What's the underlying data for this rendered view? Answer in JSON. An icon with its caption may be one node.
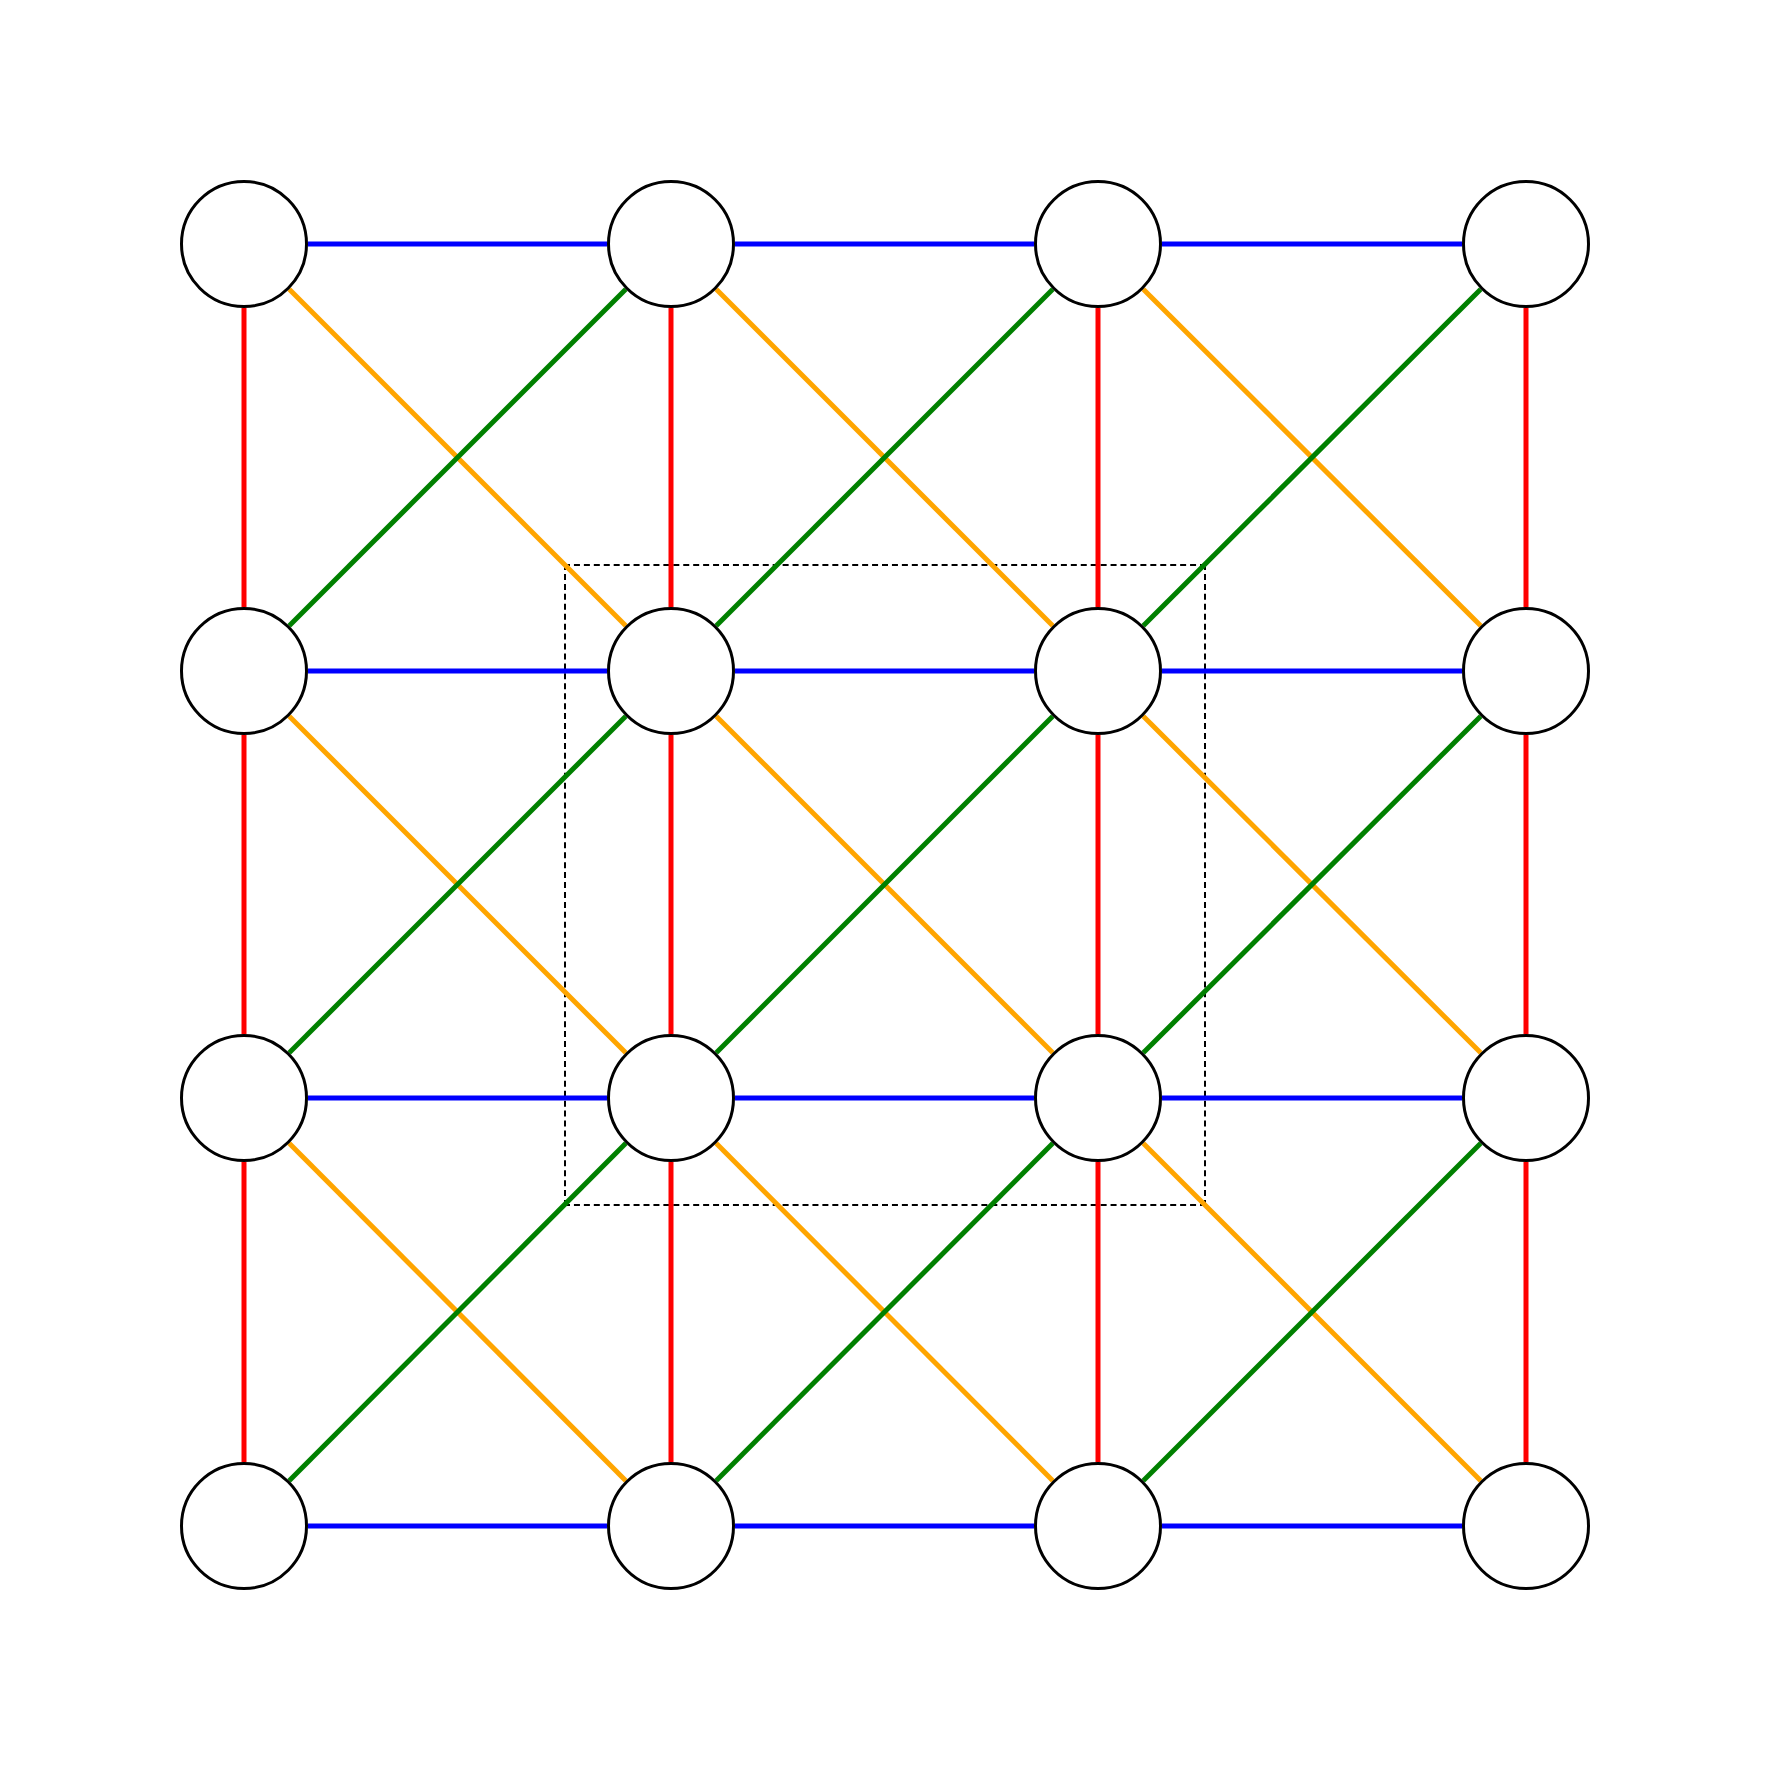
{
  "diagram": {
    "nodes": [
      {
        "text": [],
        "shape": "box"
      },
      {
        "text": [],
        "shape": "circle"
      },
      {
        "text": [],
        "shape": "circle"
      },
      {
        "text": [],
        "shape": "circle"
      },
      {
        "text": [],
        "shape": "circle"
      },
      {
        "text": [],
        "shape": "circle"
      },
      {
        "text": [],
        "shape": "circle",
        "in": 0
      },
      {
        "text": [],
        "shape": "circle",
        "in": 0
      },
      {
        "text": [],
        "shape": "circle"
      },
      {
        "text": [],
        "shape": "circle"
      },
      {
        "text": [],
        "shape": "circle",
        "in": 0
      },
      {
        "text": [],
        "shape": "circle",
        "in": 0
      },
      {
        "text": [],
        "shape": "circle"
      },
      {
        "text": [],
        "shape": "circle"
      },
      {
        "text": [],
        "shape": "circle"
      },
      {
        "text": [],
        "shape": "circle"
      },
      {
        "text": [],
        "shape": "circle"
      }
    ],
    "edges": [
      {
        "from": 1,
        "to": 2,
        "arrow": "none",
        "color": "#0000ff"
      },
      {
        "from": 2,
        "to": 3,
        "arrow": "none",
        "color": "#0000ff"
      },
      {
        "from": 3,
        "to": 4,
        "arrow": "none",
        "color": "#0000ff"
      },
      {
        "from": 5,
        "to": 6,
        "arrow": "none",
        "color": "#0000ff"
      },
      {
        "from": 6,
        "to": 7,
        "arrow": "none",
        "color": "#0000ff"
      },
      {
        "from": 7,
        "to": 8,
        "arrow": "none",
        "color": "#0000ff"
      },
      {
        "from": 9,
        "to": 10,
        "arrow": "none",
        "color": "#0000ff"
      },
      {
        "from": 10,
        "to": 11,
        "arrow": "none",
        "color": "#0000ff"
      },
      {
        "from": 11,
        "to": 12,
        "arrow": "none",
        "color": "#0000ff"
      },
      {
        "from": 13,
        "to": 14,
        "arrow": "none",
        "color": "#0000ff"
      },
      {
        "from": 14,
        "to": 15,
        "arrow": "none",
        "color": "#0000ff"
      },
      {
        "from": 15,
        "to": 16,
        "arrow": "none",
        "color": "#0000ff"
      },
      {
        "from": 1,
        "to": 5,
        "arrow": "none",
        "color": "#ff0000"
      },
      {
        "from": 5,
        "to": 9,
        "arrow": "none",
        "color": "#ff0000"
      },
      {
        "from": 9,
        "to": 13,
        "arrow": "none",
        "color": "#ff0000"
      },
      {
        "from": 2,
        "to": 6,
        "arrow": "none",
        "color": "#ff0000"
      },
      {
        "from": 6,
        "to": 10,
        "arrow": "none",
        "color": "#ff0000"
      },
      {
        "from": 10,
        "to": 14,
        "arrow": "none",
        "color": "#ff0000"
      },
      {
        "from": 3,
        "to": 7,
        "arrow": "none",
        "color": "#ff0000"
      },
      {
        "from": 7,
        "to": 11,
        "arrow": "none",
        "color": "#ff0000"
      },
      {
        "from": 11,
        "to": 15,
        "arrow": "none",
        "color": "#ff0000"
      },
      {
        "from": 4,
        "to": 8,
        "arrow": "none",
        "color": "#ff0000"
      },
      {
        "from": 8,
        "to": 12,
        "arrow": "none",
        "color": "#ff0000"
      },
      {
        "from": 12,
        "to": 16,
        "arrow": "none",
        "color": "#ff0000"
      },
      {
        "from": 1,
        "to": 6,
        "arrow": "none",
        "color": "#ffa500"
      },
      {
        "from": 2,
        "to": 7,
        "arrow": "none",
        "color": "#ffa500"
      },
      {
        "from": 3,
        "to": 8,
        "arrow": "none",
        "color": "#ffa500"
      },
      {
        "from": 5,
        "to": 10,
        "arrow": "none",
        "color": "#ffa500"
      },
      {
        "from": 6,
        "to": 11,
        "arrow": "none",
        "color": "#ffa500"
      },
      {
        "from": 7,
        "to": 12,
        "arrow": "none",
        "color": "#ffa500"
      },
      {
        "from": 9,
        "to": 14,
        "arrow": "none",
        "color": "#ffa500"
      },
      {
        "from": 10,
        "to": 15,
        "arrow": "none",
        "color": "#ffa500"
      },
      {
        "from": 11,
        "to": 16,
        "arrow": "none",
        "color": "#ffa500"
      },
      {
        "from": 5,
        "to": 2,
        "arrow": "none",
        "color": "#008000"
      },
      {
        "from": 6,
        "to": 3,
        "arrow": "none",
        "color": "#008000"
      },
      {
        "from": 7,
        "to": 4,
        "arrow": "none",
        "color": "#008000"
      },
      {
        "from": 9,
        "to": 6,
        "arrow": "none",
        "color": "#008000"
      },
      {
        "from": 10,
        "to": 7,
        "arrow": "none",
        "color": "#008000"
      },
      {
        "from": 11,
        "to": 8,
        "arrow": "none",
        "color": "#008000"
      },
      {
        "from": 13,
        "to": 10,
        "arrow": "none",
        "color": "#008000"
      },
      {
        "from": 14,
        "to": 11,
        "arrow": "none",
        "color": "#008000"
      },
      {
        "from": 15,
        "to": 12,
        "arrow": "none",
        "color": "#008000"
      }
    ]
  }
}
